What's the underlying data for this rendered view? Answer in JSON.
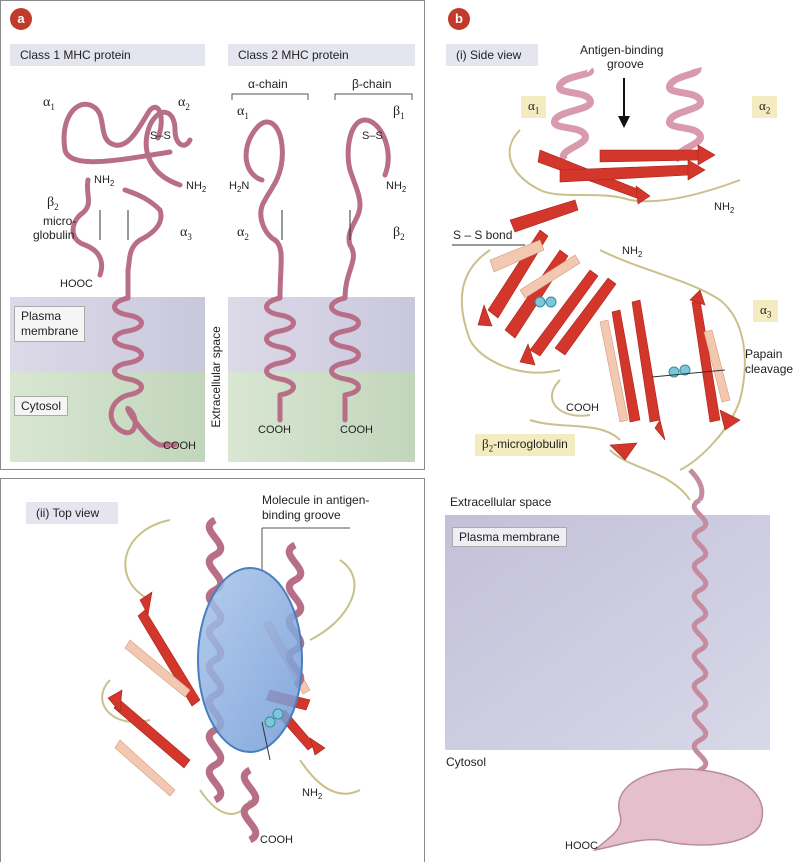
{
  "panel_a": {
    "badge": "a",
    "class1_title": "Class 1  MHC protein",
    "class2_title": "Class 2  MHC protein",
    "alpha_chain": "α-chain",
    "beta_chain": "β-chain",
    "alpha1": "α",
    "alpha2": "α",
    "alpha3": "α",
    "beta2_micro": "β",
    "microglobulin_line1": "micro-",
    "microglobulin_line2": "globulin",
    "c2_alpha1": "α",
    "c2_alpha2": "α",
    "c2_beta1": "β",
    "c2_beta2": "β",
    "sub1": "1",
    "sub2": "2",
    "sub3": "3",
    "nh2": "NH",
    "h2n": "H",
    "h2n_n": "N",
    "hooc": "HOOC",
    "cooh": "COOH",
    "ss": "S–S",
    "s": "S",
    "plasma_membrane": "Plasma\nmembrane",
    "plasma_line1": "Plasma",
    "plasma_line2": "membrane",
    "cytosol": "Cytosol",
    "extracellular": "Extracellular space"
  },
  "panel_b": {
    "badge": "b",
    "side_view": "(i) Side view",
    "groove_line1": "Antigen-binding",
    "groove_line2": "groove",
    "ss_bond": "S – S bond",
    "nh2": "NH",
    "cooh": "COOH",
    "papain_line1": "Papain",
    "papain_line2": "cleavage",
    "beta2_label": "-microglobulin",
    "extracellular": "Extracellular space",
    "plasma_membrane": "Plasma membrane",
    "cytosol": "Cytosol",
    "hooc": "HOOC"
  },
  "panel_c": {
    "top_view": "(ii) Top view",
    "molecule_line1": "Molecule in antigen-",
    "molecule_line2": "binding groove",
    "nh2": "NH",
    "cooh": "COOH"
  },
  "colors": {
    "protein": "#b86e86",
    "protein_light": "#e2b7c4",
    "arrow_red": "#d3362a",
    "strand_light": "#f3c8b0",
    "membrane": "#d4d2e4",
    "cytosol": "#cfe0c8",
    "groove_blue": "#7aa2d8",
    "tab_bg": "#e4e5ef",
    "badge": "#c23a2c",
    "loop": "#c9c08a"
  }
}
